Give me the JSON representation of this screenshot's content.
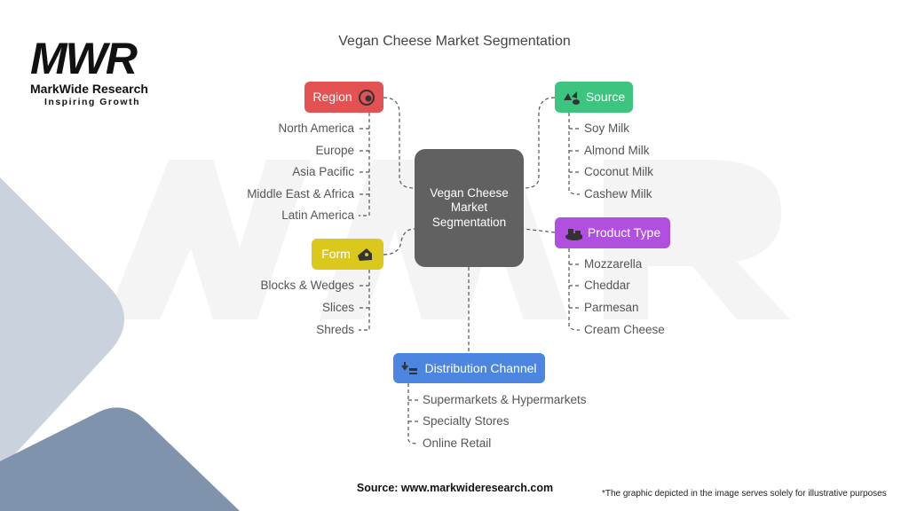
{
  "title": "Vegan Cheese Market Segmentation",
  "logo": {
    "mark": "MWR",
    "name": "MarkWide Research",
    "tagline": "Inspiring Growth"
  },
  "center": "Vegan Cheese Market Segmentation",
  "segments": {
    "region": {
      "label": "Region",
      "icon": "globe-icon",
      "color": "#e35252",
      "items": [
        "North America",
        "Europe",
        "Asia Pacific",
        "Middle East & Africa",
        "Latin America"
      ]
    },
    "source": {
      "label": "Source",
      "icon": "shapes-icon",
      "color": "#3dc47e",
      "items": [
        "Soy Milk",
        "Almond Milk",
        "Coconut Milk",
        "Cashew Milk"
      ]
    },
    "form": {
      "label": "Form",
      "icon": "cheese-icon",
      "color": "#dac91c",
      "items": [
        "Blocks & Wedges",
        "Slices",
        "Shreds"
      ]
    },
    "product_type": {
      "label": "Product Type",
      "icon": "cheese-plate-icon",
      "color": "#b04fe0",
      "items": [
        "Mozzarella",
        "Cheddar",
        "Parmesan",
        "Cream Cheese"
      ]
    },
    "distribution": {
      "label": "Distribution Channel",
      "icon": "store-icon",
      "color": "#4c86e0",
      "items": [
        "Supermarkets & Hypermarkets",
        "Specialty Stores",
        "Online Retail"
      ]
    }
  },
  "footer": {
    "source": "Source: www.markwideresearch.com",
    "disclaimer": "*The graphic depicted in the image serves solely for illustrative purposes"
  }
}
